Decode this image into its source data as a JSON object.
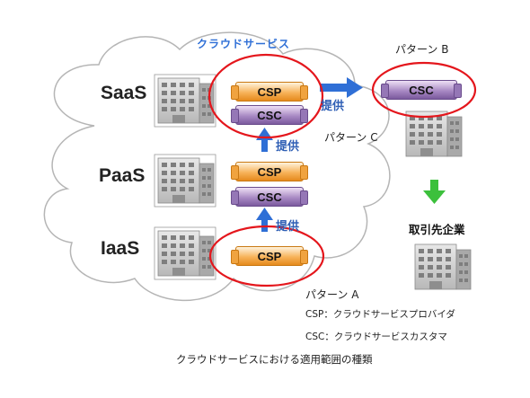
{
  "cloud": {
    "title": "クラウドサービス"
  },
  "layers": {
    "saas": "SaaS",
    "paas": "PaaS",
    "iaas": "IaaS"
  },
  "boxes": {
    "saas_csp": "CSP",
    "saas_csc": "CSC",
    "paas_csp": "CSP",
    "paas_csc": "CSC",
    "iaas_csp": "CSP",
    "partner_csc": "CSC"
  },
  "provide": {
    "saas_to_b": "提供",
    "paas_to_saas": "提供",
    "iaas_to_paas": "提供"
  },
  "patterns": {
    "a": "パターン A",
    "b": "パターン B",
    "c": "パターン C"
  },
  "partner": {
    "label": "取引先企業"
  },
  "legend": {
    "csp": "CSP：クラウドサービスプロバイダ",
    "csc": "CSC：クラウドサービスカスタマ"
  },
  "caption": "クラウドサービスにおける適用範囲の種類",
  "colors": {
    "cloud_fill": "#ffffff",
    "cloud_stroke": "#b5b5b5",
    "highlight_ring": "#e4161c",
    "arrow_blue": "#2f6fd6",
    "arrow_green": "#3cc03c",
    "csp_orange": "#f2a43c",
    "csc_purple": "#8e6fb2"
  }
}
